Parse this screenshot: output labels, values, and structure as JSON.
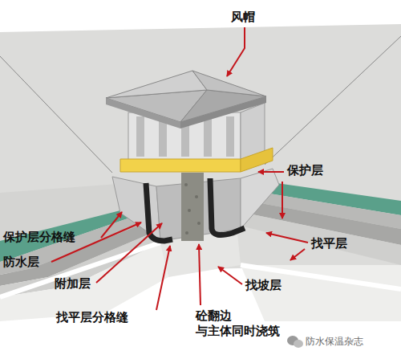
{
  "diagram": {
    "labels": [
      "风帽",
      "保护层",
      "保护层分格缝",
      "防水层",
      "找平层",
      "附加层",
      "找坡层",
      "找平层分格缝",
      "砼翻边 与主体同时浇筑",
      "防水保温杂志"
    ]
  }
}
